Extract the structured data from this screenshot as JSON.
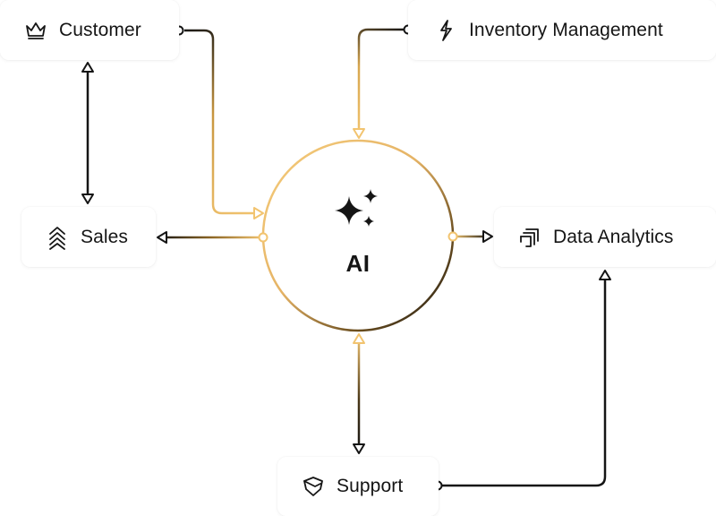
{
  "hub": {
    "label": "AI",
    "icon": "sparkles-icon"
  },
  "nodes": {
    "customer": {
      "label": "Customer",
      "icon": "crown-icon"
    },
    "inventory": {
      "label": "Inventory Management",
      "icon": "lightning-bolt-icon"
    },
    "sales": {
      "label": "Sales",
      "icon": "chevrons-up-icon"
    },
    "analytics": {
      "label": "Data Analytics",
      "icon": "analytics-cards-icon"
    },
    "support": {
      "label": "Support",
      "icon": "shield-icon"
    }
  },
  "colors": {
    "gold": "#f2c470",
    "dark": "#151515",
    "accent_dark": "#8a6423"
  }
}
